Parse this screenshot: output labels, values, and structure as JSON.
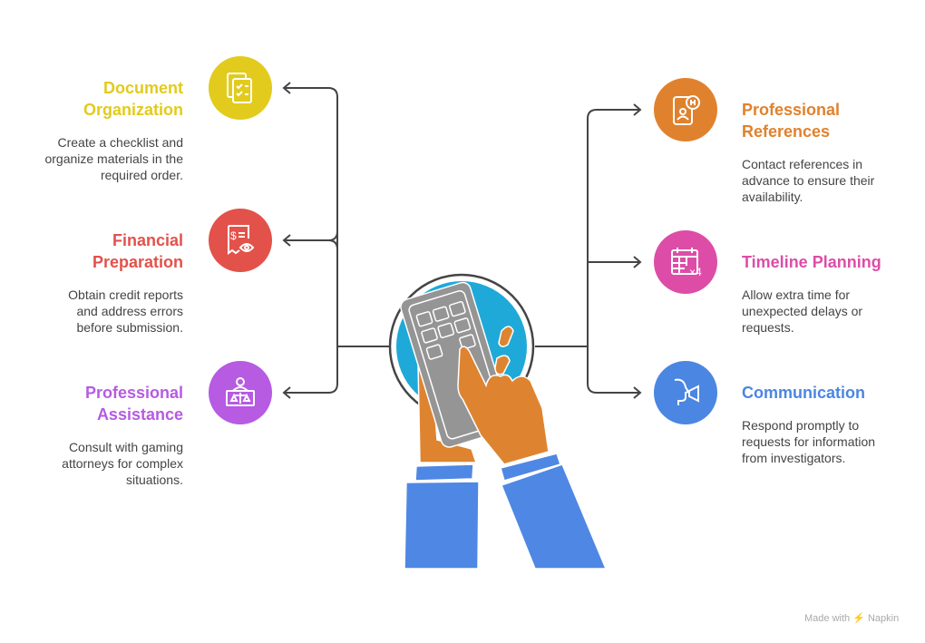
{
  "left_items": [
    {
      "title_lines": [
        "Document",
        "Organization"
      ],
      "desc_lines": [
        "Create a checklist and",
        "organize materials in the",
        "required order."
      ],
      "color": "#E2CB1C",
      "icon": "checklist-documents-icon"
    },
    {
      "title_lines": [
        "Financial",
        "Preparation"
      ],
      "desc_lines": [
        "Obtain credit reports",
        "and address errors",
        "before submission."
      ],
      "color": "#E2524B",
      "icon": "financial-receipt-eye-icon"
    },
    {
      "title_lines": [
        "Professional",
        "Assistance"
      ],
      "desc_lines": [
        "Consult with gaming",
        "attorneys for complex",
        "situations."
      ],
      "color": "#B65BE2",
      "icon": "lawyer-scales-icon"
    }
  ],
  "right_items": [
    {
      "title_lines": [
        "Professional",
        "References"
      ],
      "desc_lines": [
        "Contact references in",
        "advance to ensure their",
        "availability."
      ],
      "color": "#E0822D",
      "icon": "phone-contact-icon"
    },
    {
      "title_lines": [
        "Timeline Planning"
      ],
      "desc_lines": [
        "Allow extra time for",
        "unexpected delays or",
        "requests."
      ],
      "color": "#DD4DA7",
      "icon": "calendar-icon"
    },
    {
      "title_lines": [
        "Communication"
      ],
      "desc_lines": [
        "Respond promptly to",
        "requests for information",
        "from investigators."
      ],
      "color": "#4B86E3",
      "icon": "megaphone-speaking-icon"
    }
  ],
  "center": {
    "icon": "hands-calculator-illustration"
  },
  "footer": {
    "text": "Made with",
    "brand": "Napkin"
  }
}
